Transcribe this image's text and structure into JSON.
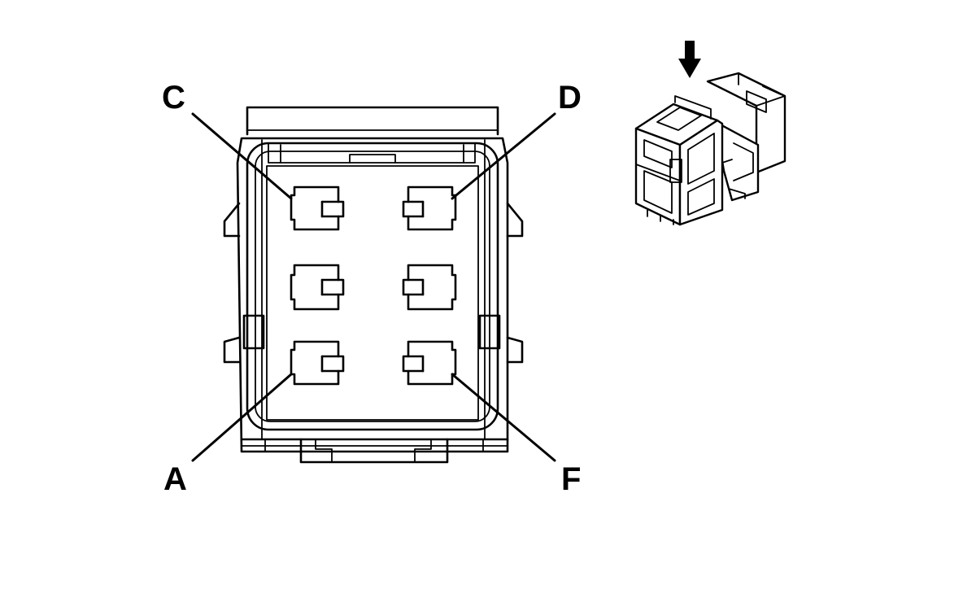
{
  "diagram": {
    "pin_labels": {
      "c": "C",
      "d": "D",
      "a": "A",
      "f": "F"
    },
    "colors": {
      "line": "#000000",
      "background": "#ffffff"
    },
    "icons": [
      "insertion-arrow-icon"
    ]
  }
}
